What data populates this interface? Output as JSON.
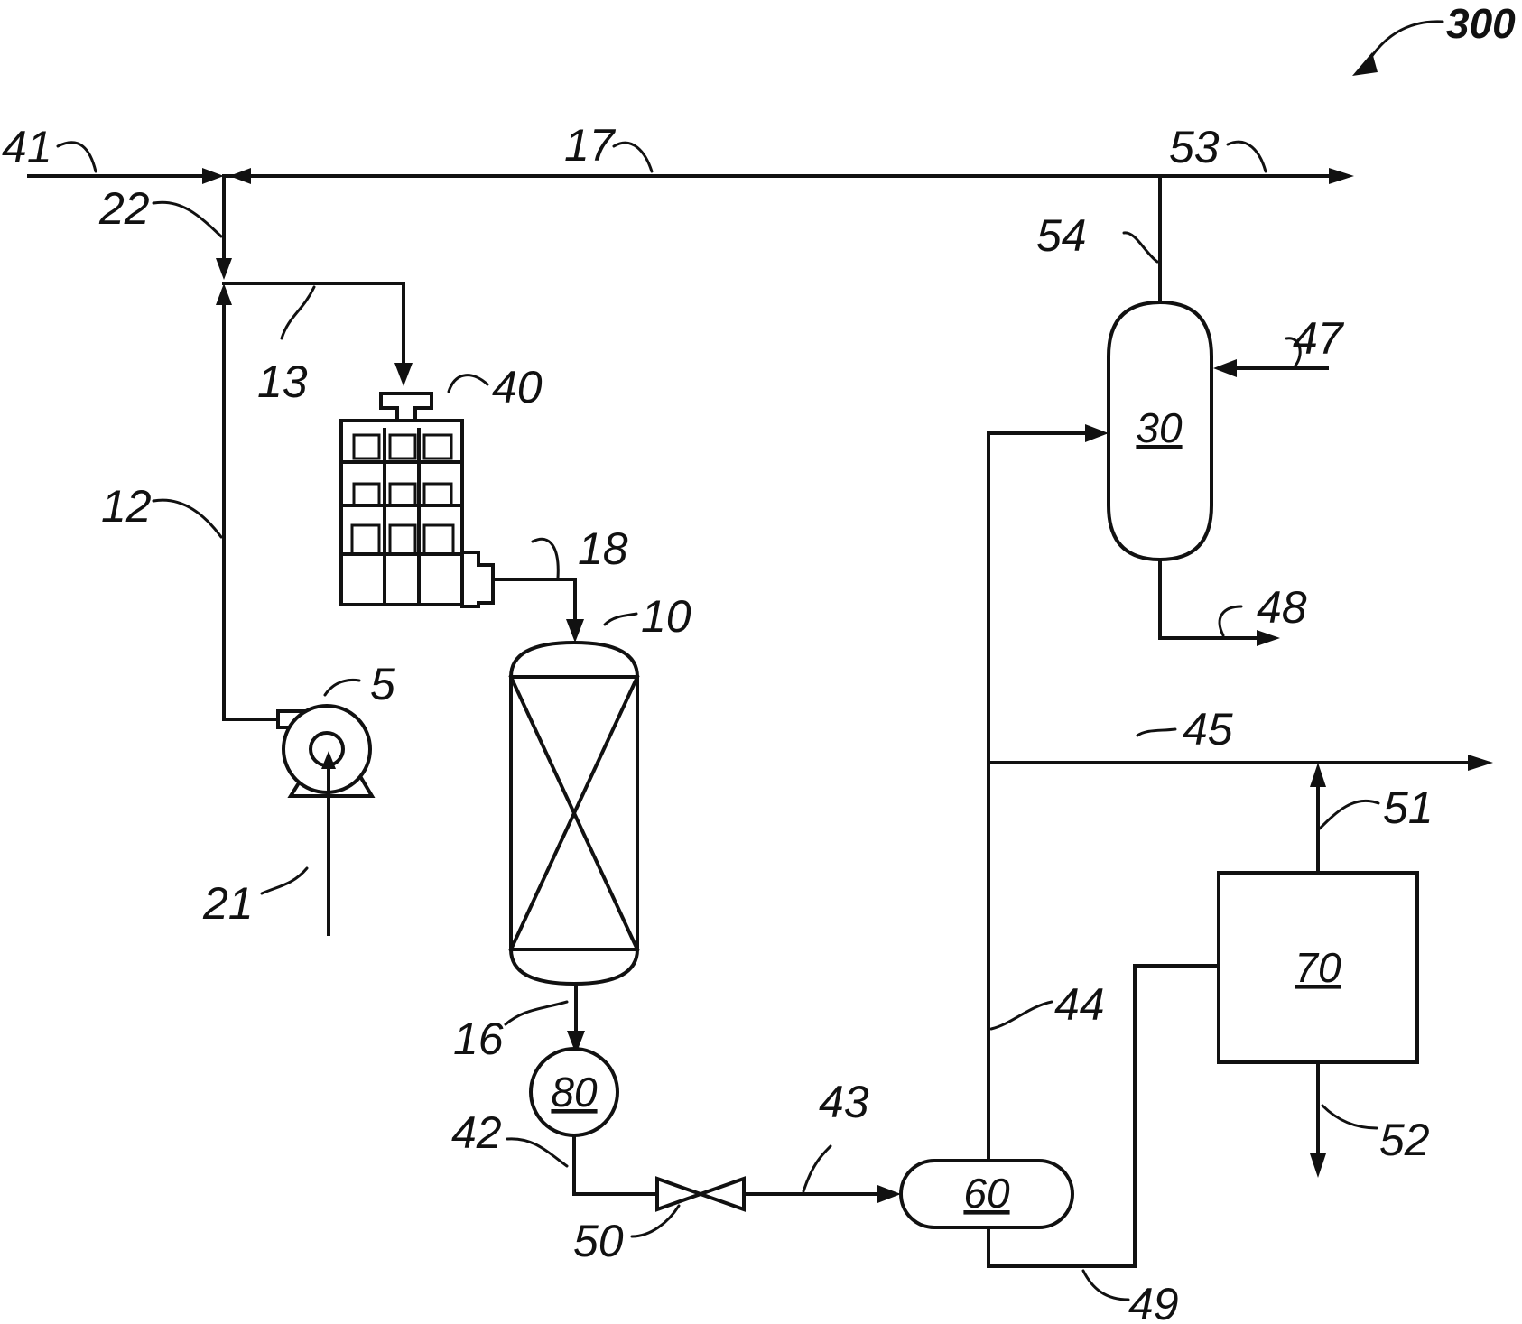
{
  "figure": {
    "ref": "300"
  },
  "equipment": {
    "pump": "5",
    "reactor": "10",
    "vessel": "30",
    "heater": "40",
    "separator": "60",
    "unit": "70",
    "exchanger": "80",
    "valve": "50"
  },
  "streams": {
    "s12": "12",
    "s13": "13",
    "s16": "16",
    "s17": "17",
    "s18": "18",
    "s21": "21",
    "s22": "22",
    "s41": "41",
    "s42": "42",
    "s43": "43",
    "s44": "44",
    "s45": "45",
    "s47": "47",
    "s48": "48",
    "s49": "49",
    "s51": "51",
    "s52": "52",
    "s53": "53",
    "s54": "54"
  },
  "colors": {
    "ink": "#111111",
    "paper": "#ffffff"
  }
}
